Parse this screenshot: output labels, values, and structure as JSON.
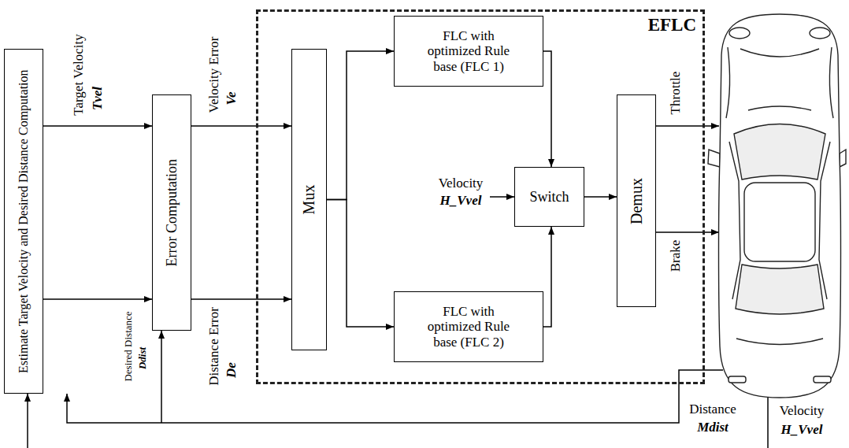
{
  "diagram": {
    "nodes": [
      {
        "text": [
          "Estimate Target Velocity and Desired Distance Computation"
        ]
      },
      {
        "text": [
          "Error Computation"
        ]
      },
      {
        "text": [
          "EFLC"
        ]
      },
      {
        "text": [
          "Mux"
        ],
        "in": 2
      },
      {
        "text": [
          "FLC with optimized Rule base (FLC 1)"
        ],
        "in": 2
      },
      {
        "text": [
          "Switch"
        ],
        "in": 2
      },
      {
        "text": [
          "FLC with optimized Rule base (FLC 2)"
        ],
        "in": 2
      },
      {
        "text": [
          "Demux"
        ],
        "in": 2
      }
    ],
    "edges": [
      {
        "from": 0,
        "to": 1,
        "arrow": "to"
      },
      {
        "from": 0,
        "to": 1,
        "arrow": "to"
      },
      {
        "from": 1,
        "to": 3,
        "arrow": "to"
      },
      {
        "from": 1,
        "to": 3,
        "arrow": "to"
      },
      {
        "from": 3,
        "to": 4,
        "arrow": "to"
      },
      {
        "from": 3,
        "to": 6,
        "arrow": "to"
      },
      {
        "from": 4,
        "to": 5,
        "arrow": "to"
      },
      {
        "from": 6,
        "to": 5,
        "arrow": "to"
      },
      {
        "from": 5,
        "to": 7,
        "arrow": "to"
      }
    ],
    "labels": [
      "Target Velocity",
      "Tvel",
      "Velocity Error",
      "Ve",
      "Desired Distance",
      "Ddist",
      "Distance Error",
      "De",
      "Velocity",
      "H_Vvel",
      "Throttle",
      "Brake",
      "Distance",
      "Mdist",
      "Velocity",
      "H_Vvel"
    ]
  }
}
